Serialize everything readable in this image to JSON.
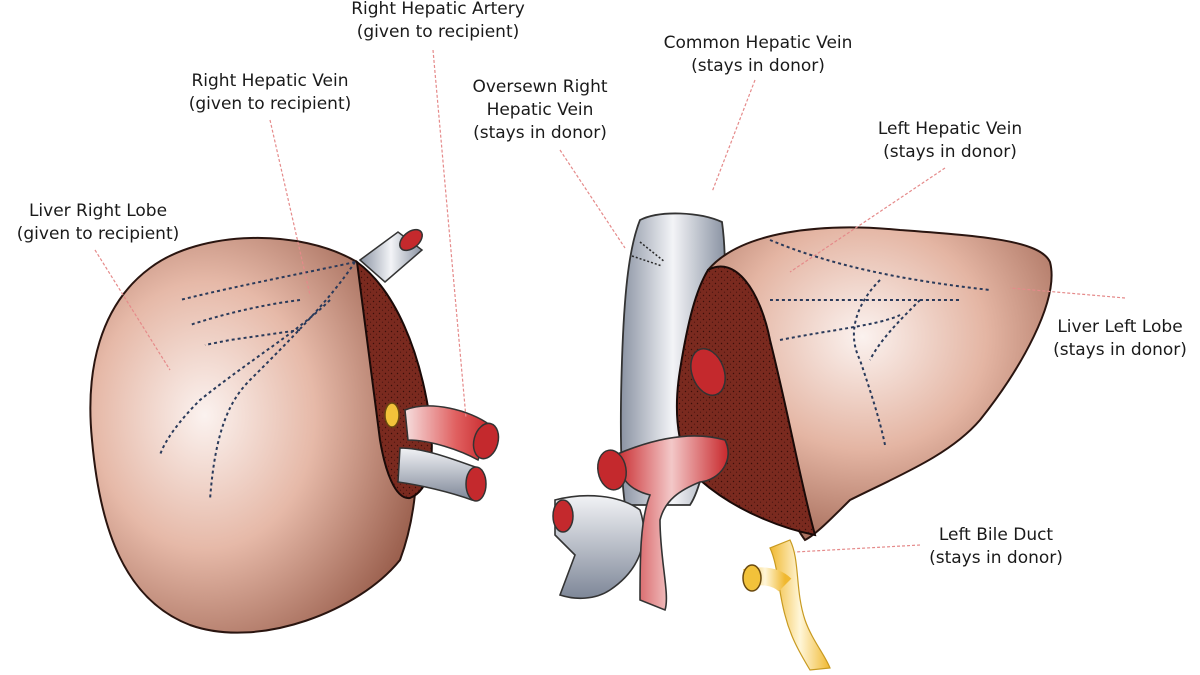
{
  "labels": {
    "right_lobe": {
      "line1": "Liver Right Lobe",
      "line2": "(given to recipient)"
    },
    "right_hepatic_vein": {
      "line1": "Right Hepatic Vein",
      "line2": "(given to recipient)"
    },
    "right_hepatic_artery": {
      "line1": "Right Hepatic Artery",
      "line2": "(given to recipient)"
    },
    "oversewn_right_hepatic_vein": {
      "line1": "Oversewn Right",
      "line2": "Hepatic Vein",
      "line3": "(stays in donor)"
    },
    "common_hepatic_vein": {
      "line1": "Common Hepatic Vein",
      "line2": "(stays in donor)"
    },
    "left_hepatic_vein": {
      "line1": "Left Hepatic Vein",
      "line2": "(stays in donor)"
    },
    "left_lobe": {
      "line1": "Liver Left Lobe",
      "line2": "(stays in donor)"
    },
    "left_bile_duct": {
      "line1": "Left Bile Duct",
      "line2": "(stays in donor)"
    }
  },
  "colors": {
    "liver_skin": "#9a5a45",
    "liver_highlight": "#fbf2ef",
    "cut_surface": "#7a2a1f",
    "vein": "#8f97a6",
    "artery": "#d8363a",
    "bile_duct": "#f3c64a",
    "leader_line": "#e58a8a"
  }
}
